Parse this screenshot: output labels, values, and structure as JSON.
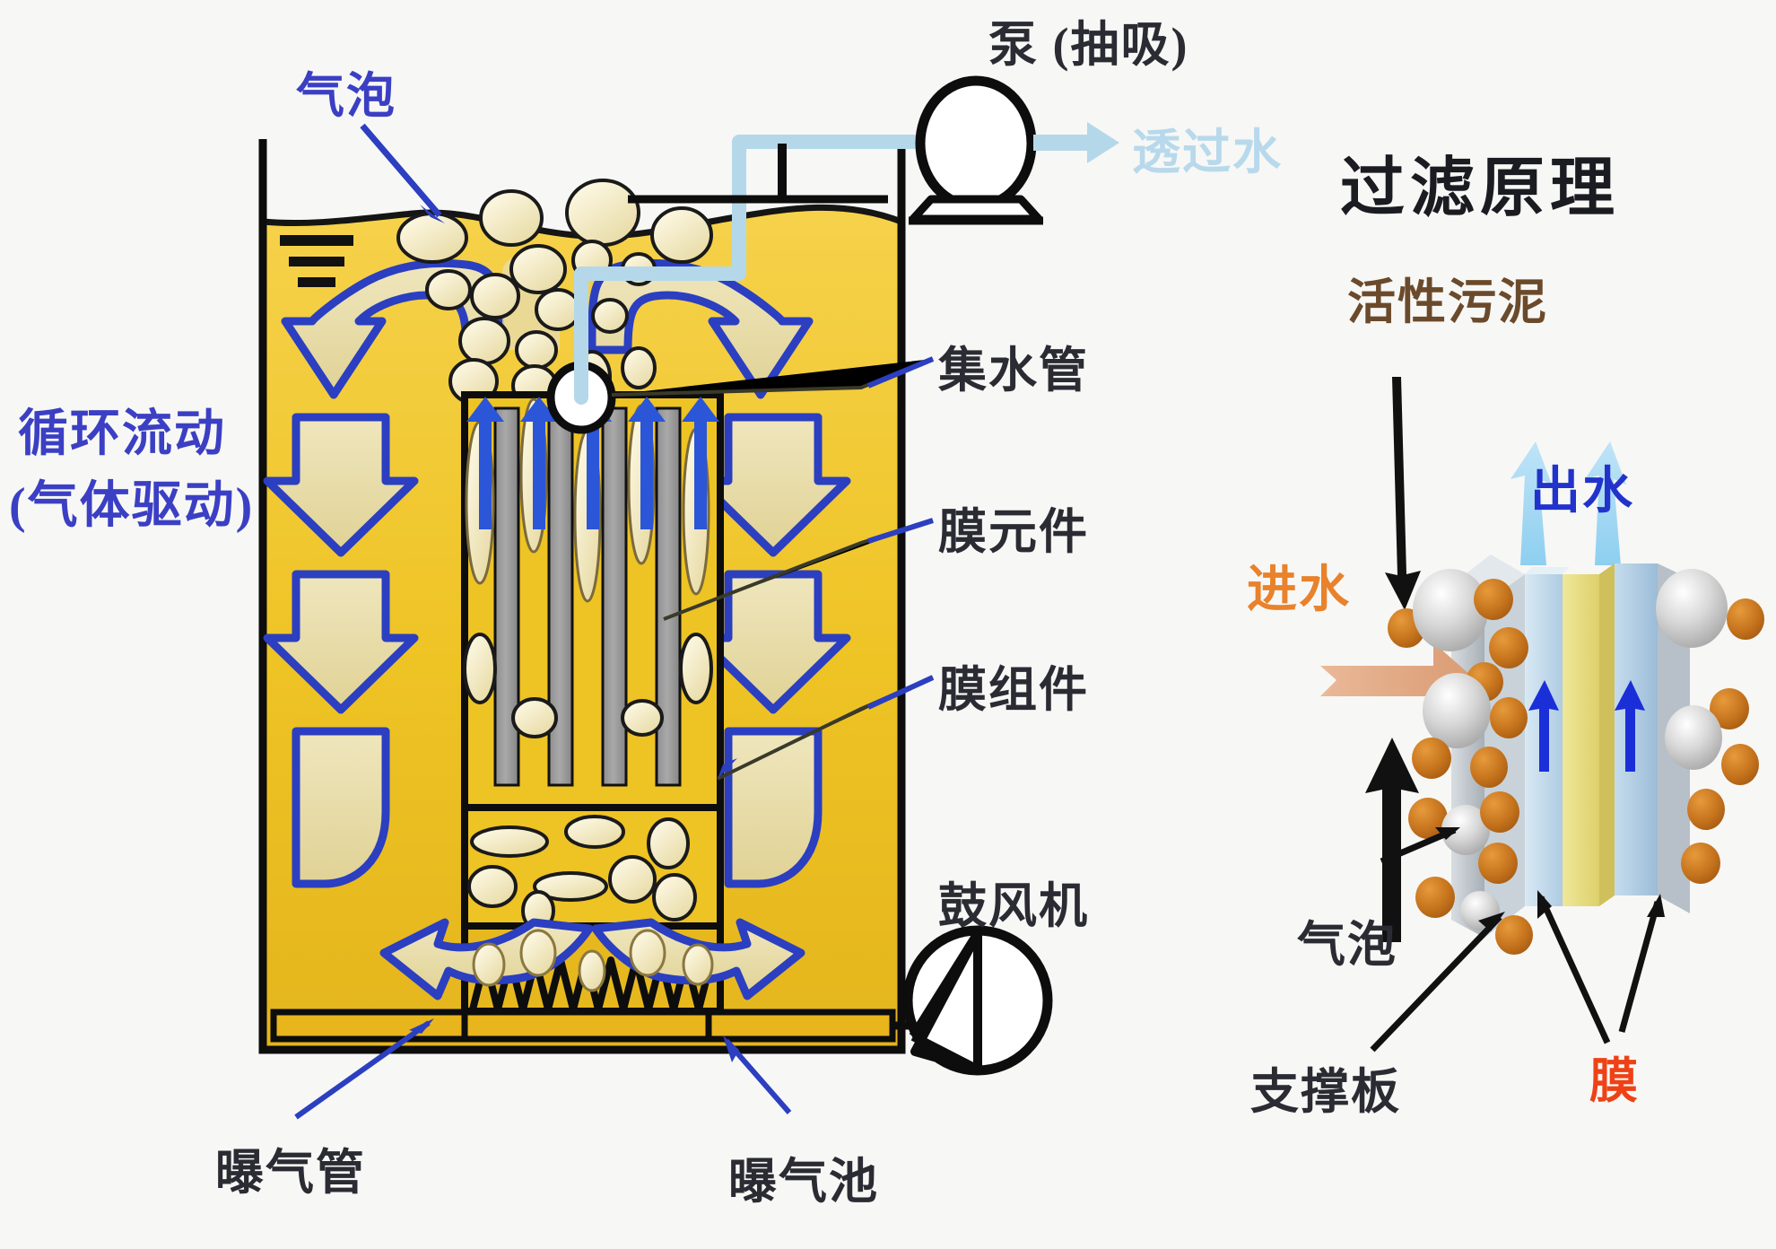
{
  "diagram": {
    "title_right": "过滤原理",
    "left_section": {
      "labels": {
        "bubble": "气泡",
        "circulation_line1": "循环流动",
        "circulation_line2": "(气体驱动)",
        "pump": "泵 (抽吸)",
        "permeate": "透过水",
        "collection_pipe": "集水管",
        "membrane_element": "膜元件",
        "membrane_module": "膜组件",
        "blower": "鼓风机",
        "aeration_pipe": "曝气管",
        "aeration_tank": "曝气池"
      }
    },
    "right_section": {
      "labels": {
        "activated_sludge": "活性污泥",
        "influent": "进水",
        "effluent": "出水",
        "bubble": "气泡",
        "support_plate": "支撑板",
        "membrane": "膜"
      }
    },
    "colors": {
      "tank_water": "#f0c22e",
      "tank_water_light": "#f5d14a",
      "arrow_fill": "#e8dca8",
      "arrow_stroke": "#2b3fc0",
      "bubble_fill": "#f0e6c0",
      "membrane_plate": "#9a9a9a",
      "permeate_pipe": "#b4d8ea",
      "accent_blue": "#2233dd",
      "accent_orange": "#e8822c",
      "accent_red": "#ee4216",
      "sludge_orange": "#c2701b",
      "sludge_grey": "#b9b9b9",
      "membrane_yellow": "#e8dd87",
      "membrane_blue": "#bcd4e8",
      "ink": "#111111"
    }
  }
}
